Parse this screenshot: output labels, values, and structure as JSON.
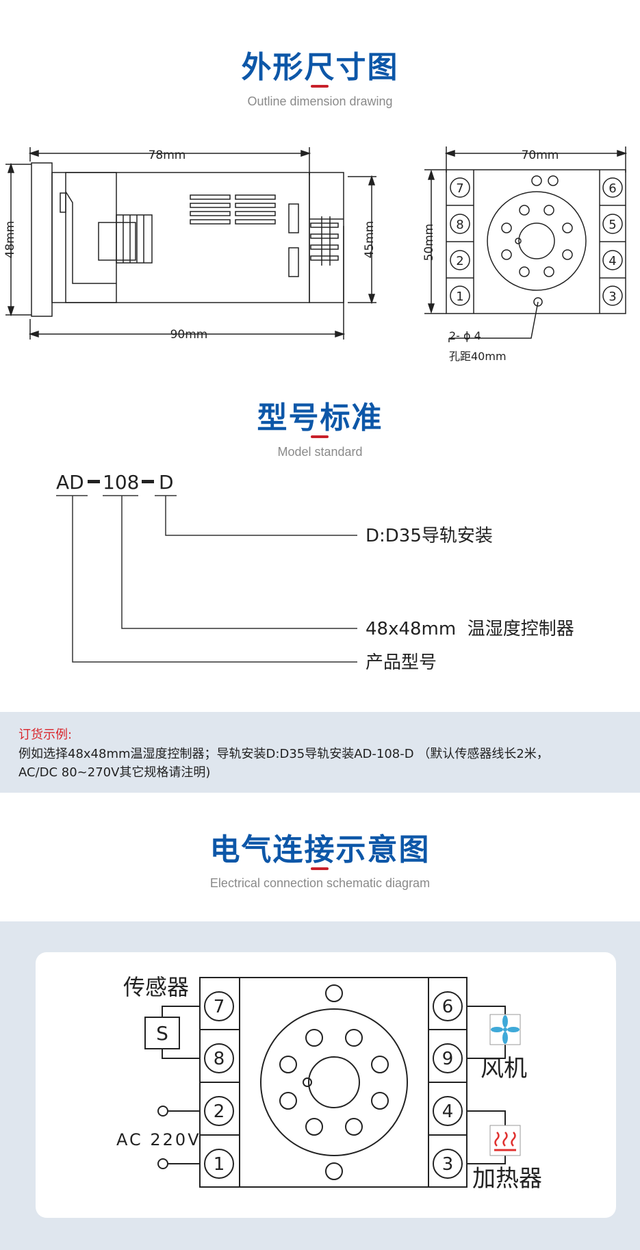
{
  "section1": {
    "title": "外形尺寸图",
    "subtitle": "Outline dimension drawing"
  },
  "side_view": {
    "width_top": "78mm",
    "width_bottom": "90mm",
    "height_left": "48mm",
    "height_right": "45mm"
  },
  "front_view": {
    "width": "70mm",
    "height": "50mm",
    "hole": "2- ϕ 4",
    "hole_distance": "孔距40mm",
    "terminals_left": [
      "7",
      "8",
      "2",
      "1"
    ],
    "terminals_right": [
      "6",
      "5",
      "4",
      "3"
    ]
  },
  "section2": {
    "title": "型号标准",
    "subtitle": "Model standard"
  },
  "model": {
    "part1": "AD",
    "part2": "108",
    "part3": "D",
    "desc_d": "D:D35导轨安装",
    "desc_108": "48x48mm  温湿度控制器",
    "desc_ad": "产品型号"
  },
  "order": {
    "title": "订货示例:",
    "line1": "例如选择48x48mm温湿度控制器；导轨安装D:D35导轨安装AD-108-D  （默认传感器线长2米，",
    "line2": "AC/DC 80~270V其它规格请注明)"
  },
  "section3": {
    "title": "电气连接示意图",
    "subtitle": "Electrical connection schematic diagram"
  },
  "wiring": {
    "sensor_label": "传感器",
    "sensor_symbol": "S",
    "power_label": "AC 220V",
    "fan_label": "风机",
    "heater_label": "加热器",
    "terminals_left": [
      "7",
      "8",
      "2",
      "1"
    ],
    "terminals_right": [
      "6",
      "9",
      "4",
      "3"
    ],
    "icons": [
      "fan-icon",
      "heater-icon"
    ],
    "colors": {
      "title_blue": "#0d57a8",
      "accent_red": "#c8202a",
      "fan_blue": "#3fa9d8",
      "heater_red": "#e0312f"
    }
  }
}
